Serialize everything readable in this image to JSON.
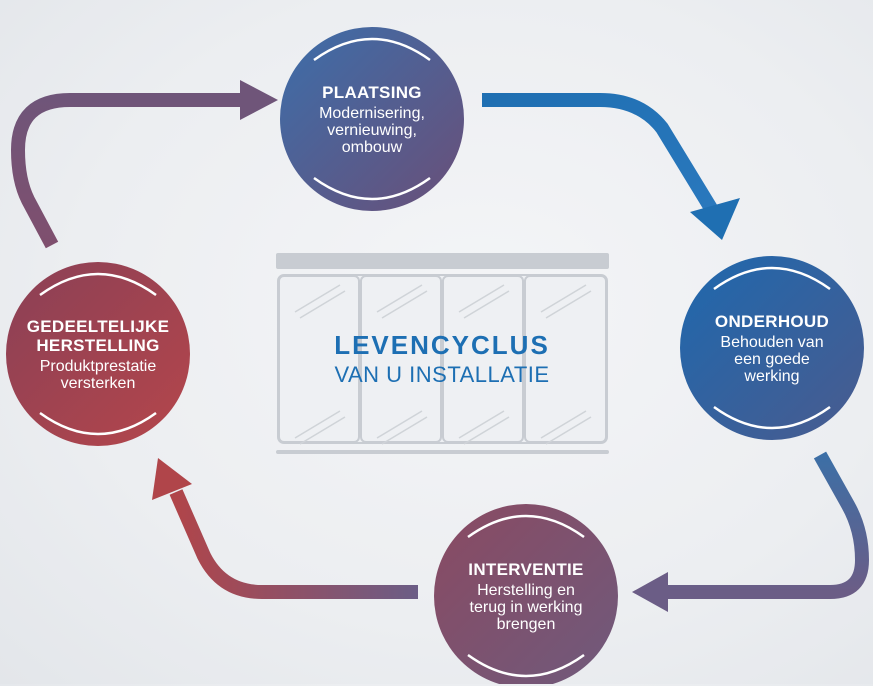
{
  "center": {
    "title": "LEVENCYCLUS",
    "subtitle": "VAN U INSTALLATIE"
  },
  "nodes": [
    {
      "id": "plaatsing",
      "title": "PLAATSING",
      "desc": [
        "Modernisering,",
        "vernieuwing,",
        "ombouw"
      ]
    },
    {
      "id": "onderhoud",
      "title": "ONDERHOUD",
      "desc": [
        "Behouden van",
        "een goede",
        "werking"
      ]
    },
    {
      "id": "interventie",
      "title": "INTERVENTIE",
      "desc": [
        "Herstelling en",
        "terug in werking",
        "brengen"
      ]
    },
    {
      "id": "gedeeltelijke",
      "title": [
        "GEDEELTELIJKE",
        "HERSTELLING"
      ],
      "desc": [
        "Produktprestatie",
        "versterken"
      ]
    }
  ],
  "colors": {
    "blue": "#1f6fb2",
    "red": "#a8424a",
    "purple": "#6a4f78",
    "center_text": "#1d6fb3",
    "window_frame": "#c8ccd2"
  }
}
